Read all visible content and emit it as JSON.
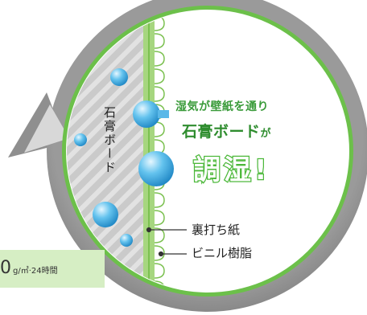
{
  "headline": {
    "line1": "湿気が壁紙を通り",
    "line2_main": "石膏ボード",
    "line2_suffix": "が",
    "line3": "調湿!"
  },
  "board_label": "石膏ボード",
  "callouts": {
    "backing_paper": "裏打ち紙",
    "vinyl_resin": "ビニル樹脂"
  },
  "badge": {
    "value_fragment": "0",
    "unit": "g/㎡·24時間"
  },
  "colors": {
    "ring": "#8f8f8f",
    "accent_green": "#6cc04a",
    "headline_green": "#3a9b3a",
    "bubble_blue": "#4ab0e4",
    "badge_bg": "#d6eec4"
  }
}
